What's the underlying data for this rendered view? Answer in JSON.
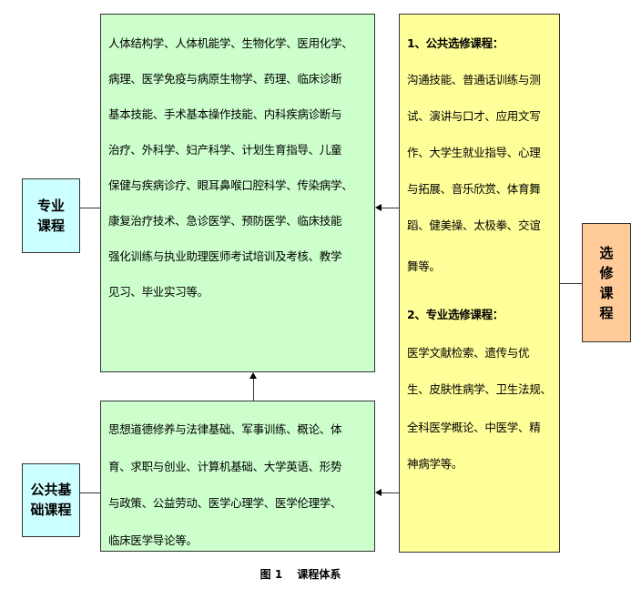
{
  "professional_courses": {
    "label_lines": [
      "专业",
      "课程"
    ],
    "lines": [
      "人体结构学、人体机能学、生物化学、医用化学、",
      "病理、医学免疫与病原生物学、药理、临床诊断",
      "基本技能、手术基本操作技能、内科疾病诊断与",
      "治疗、外科学、妇产科学、计划生育指导、儿童",
      "保健与疾病诊疗、眼耳鼻喉口腔科学、传染病学、",
      "康复治疗技术、急诊医学、预防医学、临床技能",
      "强化训练与执业助理医师考试培训及考核、教学",
      "见习、毕业实习等。"
    ]
  },
  "public_basic_courses": {
    "label_lines": [
      "公共基",
      "础课程"
    ],
    "lines": [
      "思想道德修养与法律基础、军事训练、概论、体",
      "育、求职与创业、计算机基础、大学英语、形势",
      "与政策、公益劳动、医学心理学、医学伦理学、",
      "临床医学导论等。"
    ]
  },
  "elective_courses": {
    "label_lines": [
      "选",
      "修",
      "课",
      "程"
    ],
    "public_heading": "1、公共选修课程：",
    "public_lines": [
      "沟通技能、普通话训练与测",
      "试、演讲与口才、应用文写",
      "作、大学生就业指导、心理",
      "与拓展、音乐欣赏、体育舞",
      "蹈、健美操、太极拳、交谊",
      "舞等。"
    ],
    "professional_heading": "2、专业选修课程：",
    "professional_lines": [
      "医学文献检索、遗传与优",
      "生、皮肤性病学、卫生法规、",
      "全科医学概论、中医学、精",
      "神病学等。"
    ]
  },
  "caption": "图 1　 课程体系",
  "colors": {
    "main_box": "#ccffcc",
    "elective_box": "#ffff99",
    "category_box": "#ccffff",
    "elective_label_box": "#ffcc99"
  }
}
